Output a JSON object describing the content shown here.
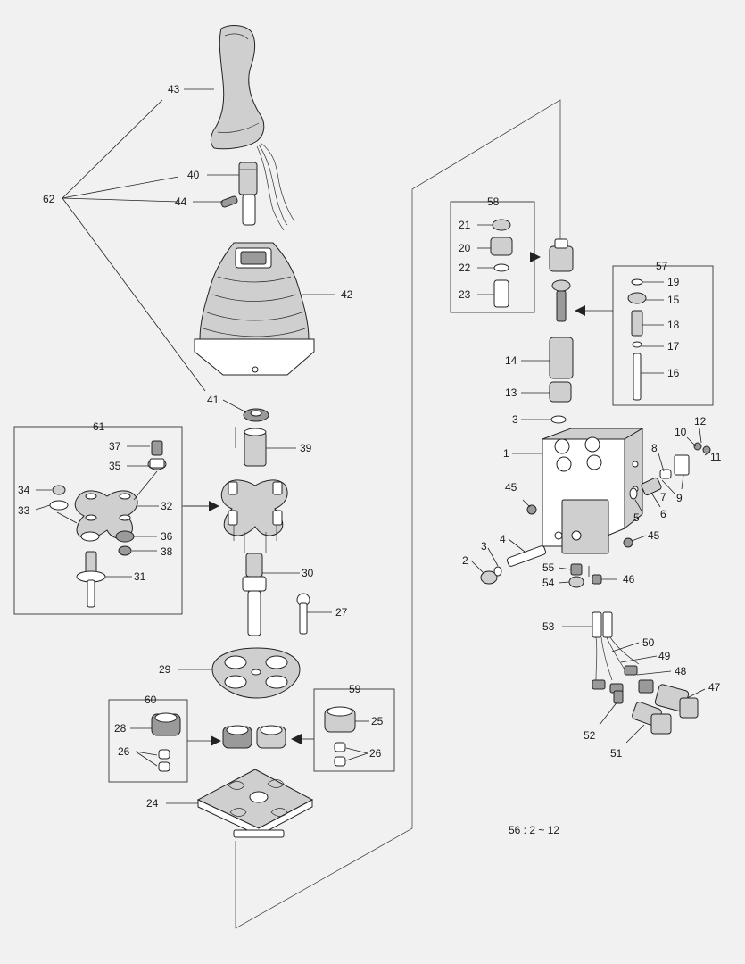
{
  "note": "56 : 2 ~ 12",
  "groups": [
    {
      "label": "62"
    },
    {
      "label": "61"
    },
    {
      "label": "60"
    },
    {
      "label": "59"
    },
    {
      "label": "58"
    },
    {
      "label": "57"
    }
  ],
  "labels": [
    {
      "key": "p43",
      "text": "43"
    },
    {
      "key": "p40",
      "text": "40"
    },
    {
      "key": "p44",
      "text": "44"
    },
    {
      "key": "p42",
      "text": "42"
    },
    {
      "key": "p41",
      "text": "41"
    },
    {
      "key": "p39",
      "text": "39"
    },
    {
      "key": "p37",
      "text": "37"
    },
    {
      "key": "p35",
      "text": "35"
    },
    {
      "key": "p34",
      "text": "34"
    },
    {
      "key": "p33",
      "text": "33"
    },
    {
      "key": "p32",
      "text": "32"
    },
    {
      "key": "p36",
      "text": "36"
    },
    {
      "key": "p38",
      "text": "38"
    },
    {
      "key": "p31",
      "text": "31"
    },
    {
      "key": "p30",
      "text": "30"
    },
    {
      "key": "p27",
      "text": "27"
    },
    {
      "key": "p29",
      "text": "29"
    },
    {
      "key": "p28",
      "text": "28"
    },
    {
      "key": "p26a",
      "text": "26"
    },
    {
      "key": "p25",
      "text": "25"
    },
    {
      "key": "p26b",
      "text": "26"
    },
    {
      "key": "p24",
      "text": "24"
    },
    {
      "key": "p21",
      "text": "21"
    },
    {
      "key": "p20",
      "text": "20"
    },
    {
      "key": "p22",
      "text": "22"
    },
    {
      "key": "p23",
      "text": "23"
    },
    {
      "key": "p19",
      "text": "19"
    },
    {
      "key": "p15",
      "text": "15"
    },
    {
      "key": "p18",
      "text": "18"
    },
    {
      "key": "p17",
      "text": "17"
    },
    {
      "key": "p16",
      "text": "16"
    },
    {
      "key": "p14",
      "text": "14"
    },
    {
      "key": "p13",
      "text": "13"
    },
    {
      "key": "p3a",
      "text": "3"
    },
    {
      "key": "p1",
      "text": "1"
    },
    {
      "key": "p45a",
      "text": "45"
    },
    {
      "key": "p12",
      "text": "12"
    },
    {
      "key": "p10",
      "text": "10"
    },
    {
      "key": "p8",
      "text": "8"
    },
    {
      "key": "p11",
      "text": "11"
    },
    {
      "key": "p9",
      "text": "9"
    },
    {
      "key": "p7",
      "text": "7"
    },
    {
      "key": "p6",
      "text": "6"
    },
    {
      "key": "p5",
      "text": "5"
    },
    {
      "key": "p45b",
      "text": "45"
    },
    {
      "key": "p4",
      "text": "4"
    },
    {
      "key": "p3b",
      "text": "3"
    },
    {
      "key": "p2",
      "text": "2"
    },
    {
      "key": "p55",
      "text": "55"
    },
    {
      "key": "p54",
      "text": "54"
    },
    {
      "key": "p46",
      "text": "46"
    },
    {
      "key": "p53",
      "text": "53"
    },
    {
      "key": "p50",
      "text": "50"
    },
    {
      "key": "p49",
      "text": "49"
    },
    {
      "key": "p48",
      "text": "48"
    },
    {
      "key": "p47",
      "text": "47"
    },
    {
      "key": "p52",
      "text": "52"
    },
    {
      "key": "p51",
      "text": "51"
    }
  ]
}
